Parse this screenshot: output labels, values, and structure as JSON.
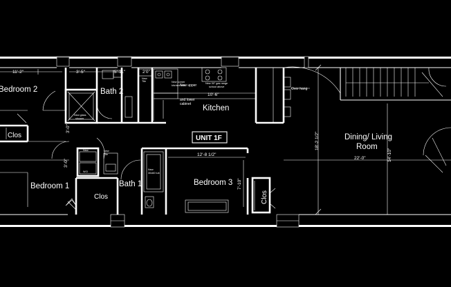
{
  "rooms": {
    "bedroom2": "Bedroom 2",
    "bath2": "Bath 2",
    "kitchen": "Kitchen",
    "dining_living_line1": "Dining/ Living",
    "dining_living_line2": "Room",
    "bedroom1": "Bedroom 1",
    "bath1": "Bath 1",
    "bedroom3": "Bedroom 3",
    "clos_left": "Clos",
    "clos_middle": "Clos",
    "clos_right": "Clos"
  },
  "unit_label": "UNIT 1F",
  "dimensions": {
    "bedroom2_width": "11'-2\"",
    "bath2_width": "3'-5\"",
    "bath2_width2": "5'-11\"",
    "kitchen_small": "2'0\"",
    "kitchen_width": "10'-6\"",
    "dining_height": "18'-2 1/2\"",
    "dining_width": "22'-0\"",
    "dining_right": "14'-10\"",
    "bedroom3_width": "12'-8 1/2\"",
    "bedroom3_height": "7'-10\"",
    "hall_left": "3'-0\"",
    "hall_left2": "3'-0\""
  },
  "notes": {
    "over_hang": "Over hang",
    "new_upper_lower_line1": "New upper",
    "new_upper_lower_line2": "and lower",
    "new_upper_lower_line3": "cabinet",
    "new_corner_sink_line1": "New corner",
    "new_corner_sink_line2": "kitchen sink",
    "new_gas_range_line1": "New 30\" gas range",
    "new_gas_range_line2": "school above",
    "new_tile": "New",
    "new_tile2": "Tile",
    "new_tub": "New",
    "new_tub2": "30x60 tub",
    "new_shower_line1": "New glass",
    "new_shower_line2": "shower",
    "new_tile_b": "New",
    "new_tile_b2": "Tile",
    "wd": "W.D",
    "new_wd": "New"
  }
}
